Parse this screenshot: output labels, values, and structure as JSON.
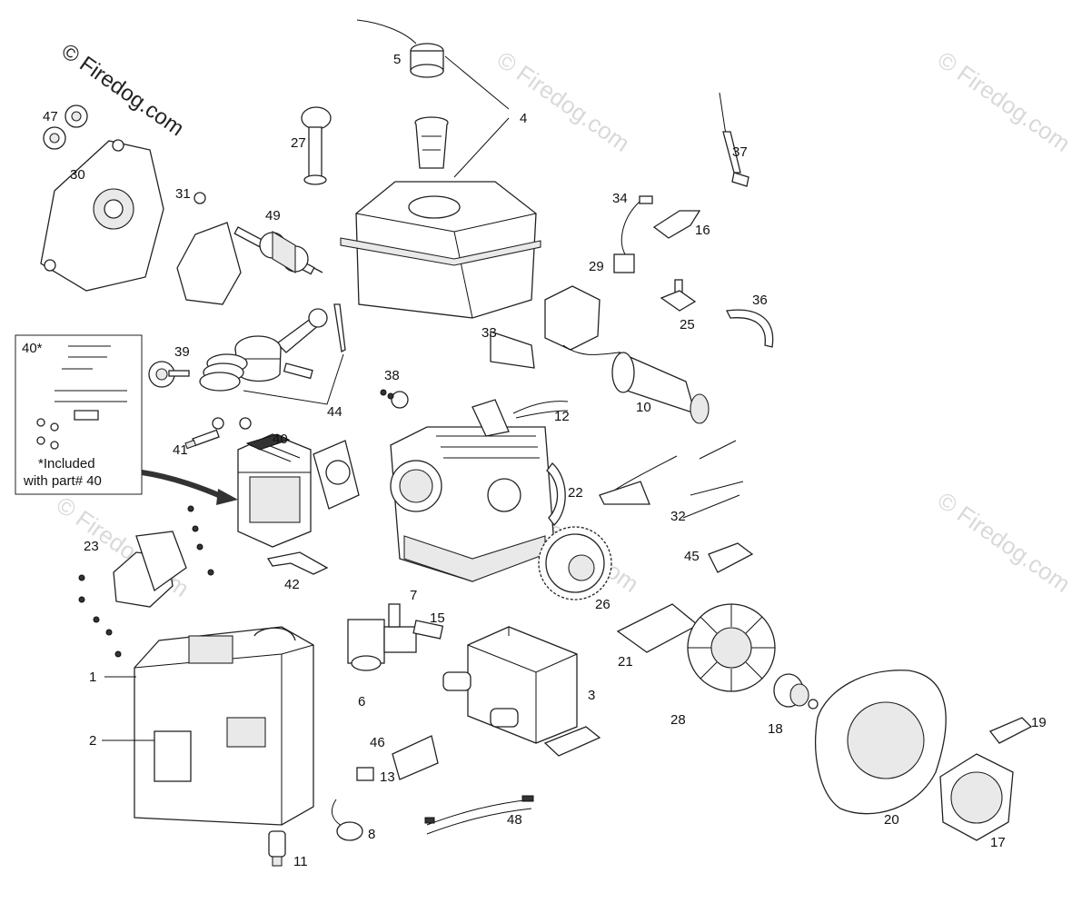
{
  "watermark": {
    "primary": "© Firedog.com",
    "repeat": "© Firedog.com"
  },
  "inset": {
    "title": "40*",
    "note_line1": "*Included",
    "note_line2": "with part# 40"
  },
  "callouts": [
    {
      "id": "1",
      "label": "1"
    },
    {
      "id": "2",
      "label": "2"
    },
    {
      "id": "3",
      "label": "3"
    },
    {
      "id": "4",
      "label": "4"
    },
    {
      "id": "5",
      "label": "5"
    },
    {
      "id": "6",
      "label": "6"
    },
    {
      "id": "7",
      "label": "7"
    },
    {
      "id": "8",
      "label": "8"
    },
    {
      "id": "10",
      "label": "10"
    },
    {
      "id": "11",
      "label": "11"
    },
    {
      "id": "12",
      "label": "12"
    },
    {
      "id": "13",
      "label": "13"
    },
    {
      "id": "15",
      "label": "15"
    },
    {
      "id": "16",
      "label": "16"
    },
    {
      "id": "17",
      "label": "17"
    },
    {
      "id": "18",
      "label": "18"
    },
    {
      "id": "19",
      "label": "19"
    },
    {
      "id": "20",
      "label": "20"
    },
    {
      "id": "21",
      "label": "21"
    },
    {
      "id": "22",
      "label": "22"
    },
    {
      "id": "23",
      "label": "23"
    },
    {
      "id": "25",
      "label": "25"
    },
    {
      "id": "26",
      "label": "26"
    },
    {
      "id": "27",
      "label": "27"
    },
    {
      "id": "28",
      "label": "28"
    },
    {
      "id": "29",
      "label": "29"
    },
    {
      "id": "30",
      "label": "30"
    },
    {
      "id": "31",
      "label": "31"
    },
    {
      "id": "32",
      "label": "32"
    },
    {
      "id": "33",
      "label": "33"
    },
    {
      "id": "34",
      "label": "34"
    },
    {
      "id": "36",
      "label": "36"
    },
    {
      "id": "37",
      "label": "37"
    },
    {
      "id": "38",
      "label": "38"
    },
    {
      "id": "39",
      "label": "39"
    },
    {
      "id": "40",
      "label": "40"
    },
    {
      "id": "41",
      "label": "41"
    },
    {
      "id": "42",
      "label": "42"
    },
    {
      "id": "44",
      "label": "44"
    },
    {
      "id": "45",
      "label": "45"
    },
    {
      "id": "46",
      "label": "46"
    },
    {
      "id": "47",
      "label": "47"
    },
    {
      "id": "48",
      "label": "48"
    },
    {
      "id": "49",
      "label": "49"
    }
  ]
}
